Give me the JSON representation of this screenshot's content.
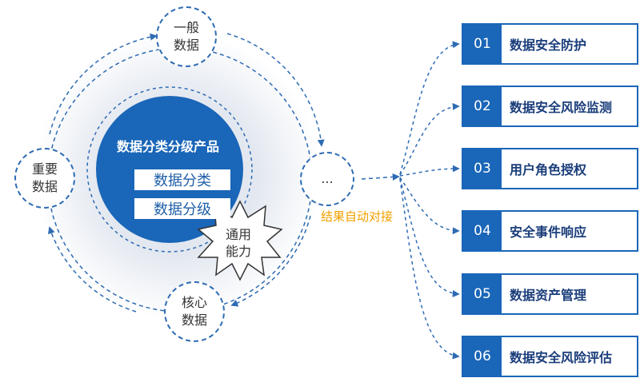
{
  "core": {
    "title": "数据分类分级产品",
    "chip1": "数据分类",
    "chip2": "数据分级",
    "badge": "通用\n能力"
  },
  "orbit_nodes": {
    "top": "一般\n数据",
    "left": "重要\n数据",
    "bottom": "核心\n数据",
    "right": "..."
  },
  "connector_label": "结果自动对接",
  "outputs": [
    {
      "num": "01",
      "label": "数据安全防护"
    },
    {
      "num": "02",
      "label": "数据安全风险监测"
    },
    {
      "num": "03",
      "label": "用户角色授权"
    },
    {
      "num": "04",
      "label": "安全事件响应"
    },
    {
      "num": "05",
      "label": "数据资产管理"
    },
    {
      "num": "06",
      "label": "数据安全风险评估"
    }
  ],
  "colors": {
    "primary": "#1a66b8",
    "accent": "#f2a000"
  }
}
